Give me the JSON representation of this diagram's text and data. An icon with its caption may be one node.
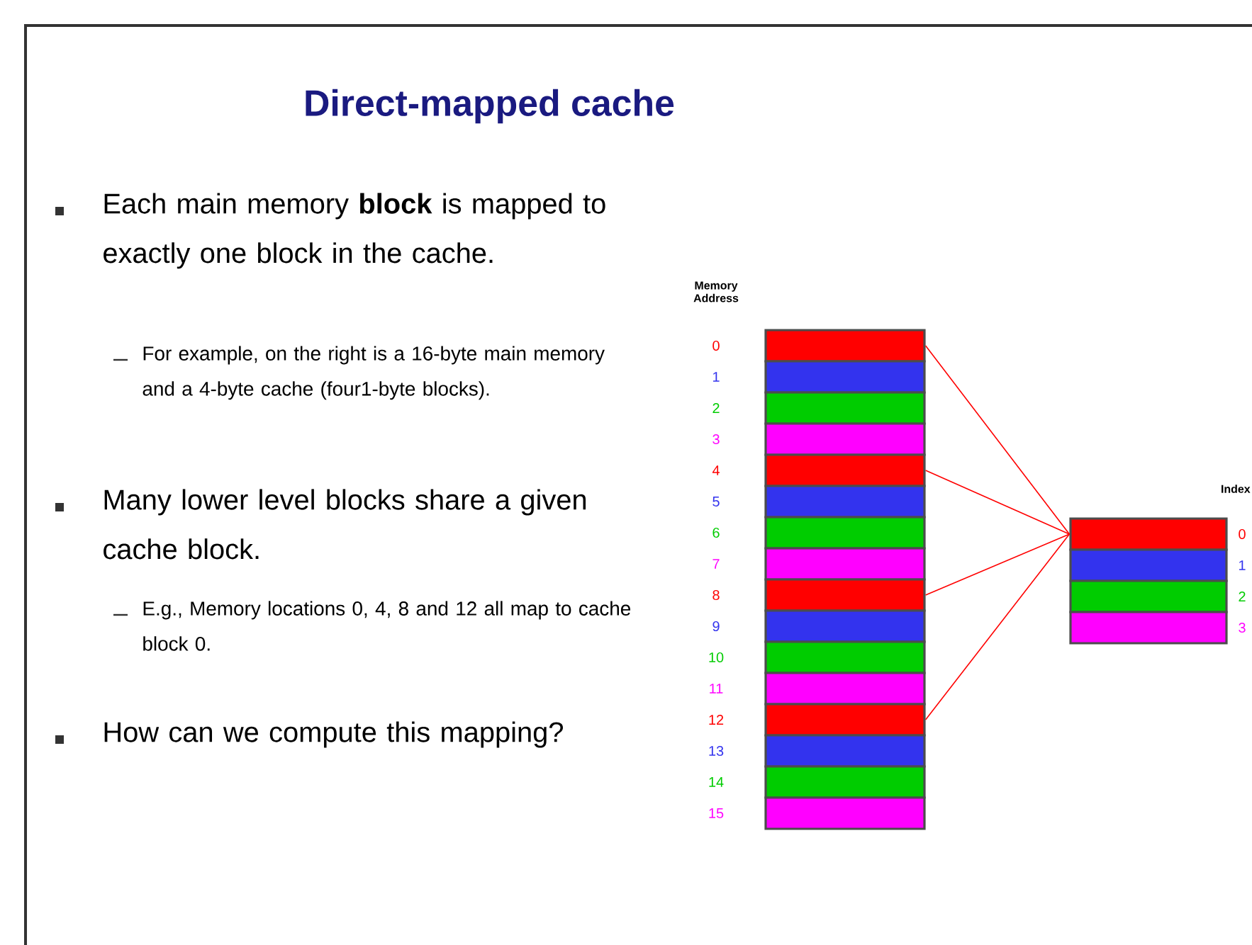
{
  "diagram": {
    "title": "Direct-mapped cache",
    "nodes": [
      {
        "text": [],
        "shape": "bar",
        "beside": [
          "0"
        ]
      },
      {
        "text": [],
        "shape": "bar",
        "beside": [
          "1"
        ]
      },
      {
        "text": [],
        "shape": "bar",
        "beside": [
          "2"
        ]
      },
      {
        "text": [],
        "shape": "bar",
        "beside": [
          "3"
        ]
      },
      {
        "text": [],
        "shape": "bar",
        "beside": [
          "4"
        ]
      },
      {
        "text": [],
        "shape": "bar",
        "beside": [
          "5"
        ]
      },
      {
        "text": [],
        "shape": "bar",
        "beside": [
          "6"
        ]
      },
      {
        "text": [],
        "shape": "bar",
        "beside": [
          "7"
        ]
      },
      {
        "text": [],
        "shape": "bar",
        "beside": [
          "8"
        ]
      },
      {
        "text": [],
        "shape": "bar",
        "beside": [
          "9"
        ]
      },
      {
        "text": [],
        "shape": "bar",
        "beside": [
          "10"
        ]
      },
      {
        "text": [],
        "shape": "bar",
        "beside": [
          "11"
        ]
      },
      {
        "text": [],
        "shape": "bar",
        "beside": [
          "12"
        ]
      },
      {
        "text": [],
        "shape": "bar",
        "beside": [
          "13"
        ]
      },
      {
        "text": [],
        "shape": "bar",
        "beside": [
          "14"
        ]
      },
      {
        "text": [],
        "shape": "bar",
        "beside": [
          "15"
        ]
      },
      {
        "text": [],
        "shape": "bar",
        "beside": [
          "0"
        ]
      },
      {
        "text": [],
        "shape": "bar",
        "beside": [
          "1"
        ]
      },
      {
        "text": [],
        "shape": "bar",
        "beside": [
          "2"
        ]
      },
      {
        "text": [],
        "shape": "bar",
        "beside": [
          "3"
        ]
      }
    ],
    "edges": [
      {
        "from": 0,
        "to": 16,
        "arrow": "none"
      },
      {
        "from": 4,
        "to": 16,
        "arrow": "none"
      },
      {
        "from": 8,
        "to": 16,
        "arrow": "none"
      },
      {
        "from": 12,
        "to": 16,
        "arrow": "none"
      }
    ],
    "labels": [
      "Each main memory **block** is mapped to exactly one block in the cache.",
      "For example, on the right is a 16-byte main memory and a 4-byte cache (four1-byte blocks).",
      "Many lower level blocks share a given cache block.",
      "E.g., Memory locations 0, 4, 8 and 12 all map to cache block 0.",
      "How can we compute this mapping?",
      "Memory Address",
      "Index"
    ]
  }
}
